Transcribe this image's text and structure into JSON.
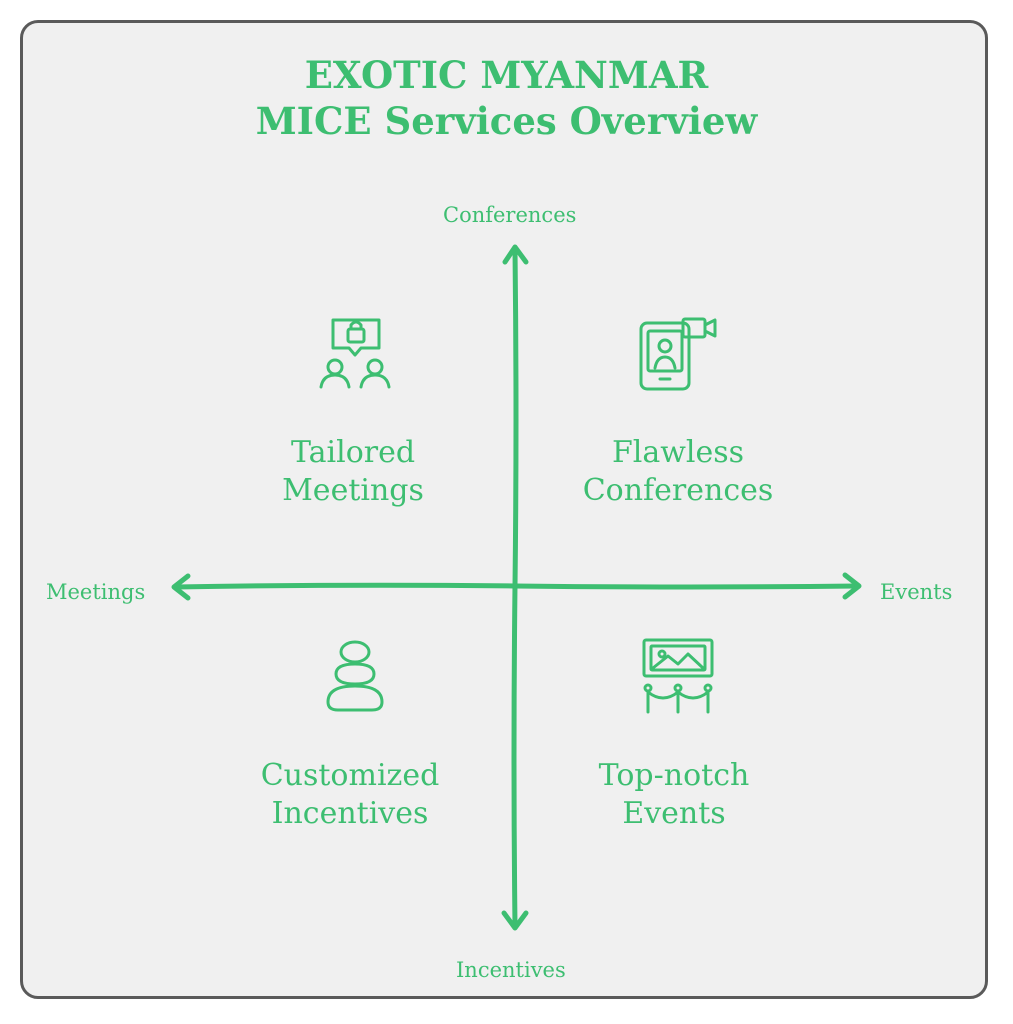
{
  "title": {
    "line1": "EXOTIC MYANMAR",
    "line2": "MICE Services Overview"
  },
  "axes": {
    "top": "Conferences",
    "bottom": "Incentives",
    "left": "Meetings",
    "right": "Events"
  },
  "quadrants": {
    "top_left": {
      "line1": "Tailored",
      "line2": "Meetings",
      "icon": "meeting-people-icon"
    },
    "top_right": {
      "line1": "Flawless",
      "line2": "Conferences",
      "icon": "video-conference-icon"
    },
    "bottom_left": {
      "line1": "Customized",
      "line2": "Incentives",
      "icon": "stacked-stones-icon"
    },
    "bottom_right": {
      "line1": "Top-notch",
      "line2": "Events",
      "icon": "exhibition-icon"
    }
  },
  "colors": {
    "accent": "#3dbe71",
    "background": "#f0f0f0",
    "border": "#5a5a5a"
  }
}
